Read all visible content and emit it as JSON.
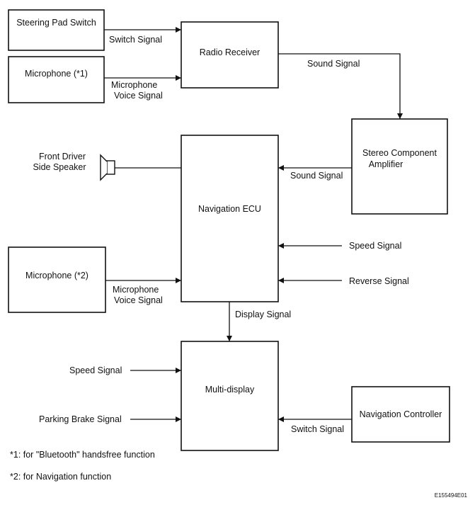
{
  "blocks": {
    "steering_pad_switch": "Steering Pad Switch",
    "microphone_1": "Microphone (*1)",
    "radio_receiver": "Radio Receiver",
    "stereo_amp_line1": "Stereo Component",
    "stereo_amp_line2": "Amplifier",
    "navigation_ecu": "Navigation ECU",
    "microphone_2": "Microphone (*2)",
    "multi_display": "Multi-display",
    "navigation_controller": "Navigation Controller"
  },
  "speaker": {
    "line1": "Front Driver",
    "line2": "Side Speaker"
  },
  "signals": {
    "switch_signal_top": "Switch Signal",
    "mic_voice_1_line1": "Microphone",
    "mic_voice_1_line2": "Voice Signal",
    "sound_signal_top": "Sound Signal",
    "sound_signal_mid": "Sound Signal",
    "speed_signal_ecu": "Speed Signal",
    "reverse_signal": "Reverse Signal",
    "mic_voice_2_line1": "Microphone",
    "mic_voice_2_line2": "Voice Signal",
    "display_signal": "Display Signal",
    "speed_signal_display": "Speed Signal",
    "parking_brake_signal": "Parking Brake Signal",
    "switch_signal_bottom": "Switch Signal"
  },
  "notes": {
    "note1": "*1: for \"Bluetooth\" handsfree function",
    "note2": "*2: for Navigation function"
  },
  "figure_code": "E155494E01"
}
